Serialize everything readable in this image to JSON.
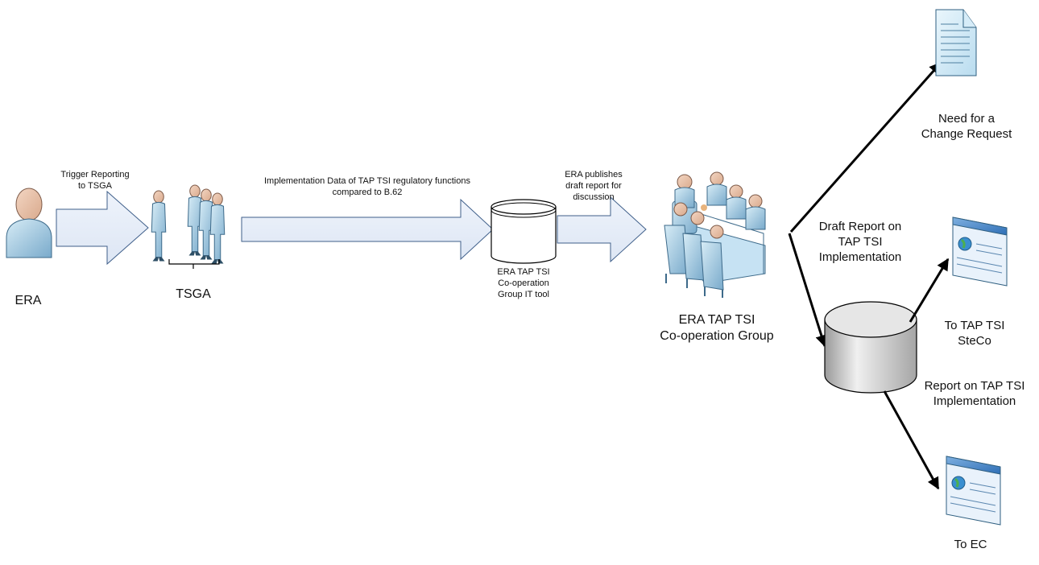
{
  "actors": {
    "era": "ERA",
    "tsga": "TSGA",
    "it_tool": "ERA TAP TSI\nCo-operation\nGroup IT tool",
    "coop_group": "ERA TAP TSI\nCo-operation Group"
  },
  "flows": {
    "trigger": "Trigger Reporting\nto TSGA",
    "implementation_data": "Implementation Data of  TAP TSI regulatory functions\ncompared to B.62",
    "publishes": "ERA publishes\ndraft report for\ndiscussion",
    "draft_report": "Draft Report on\nTAP TSI\nImplementation"
  },
  "outputs": {
    "change_request": "Need for a\nChange Request",
    "report": "Report on TAP TSI\nImplementation",
    "steco": "To TAP TSI\nSteCo",
    "ec": "To EC"
  }
}
